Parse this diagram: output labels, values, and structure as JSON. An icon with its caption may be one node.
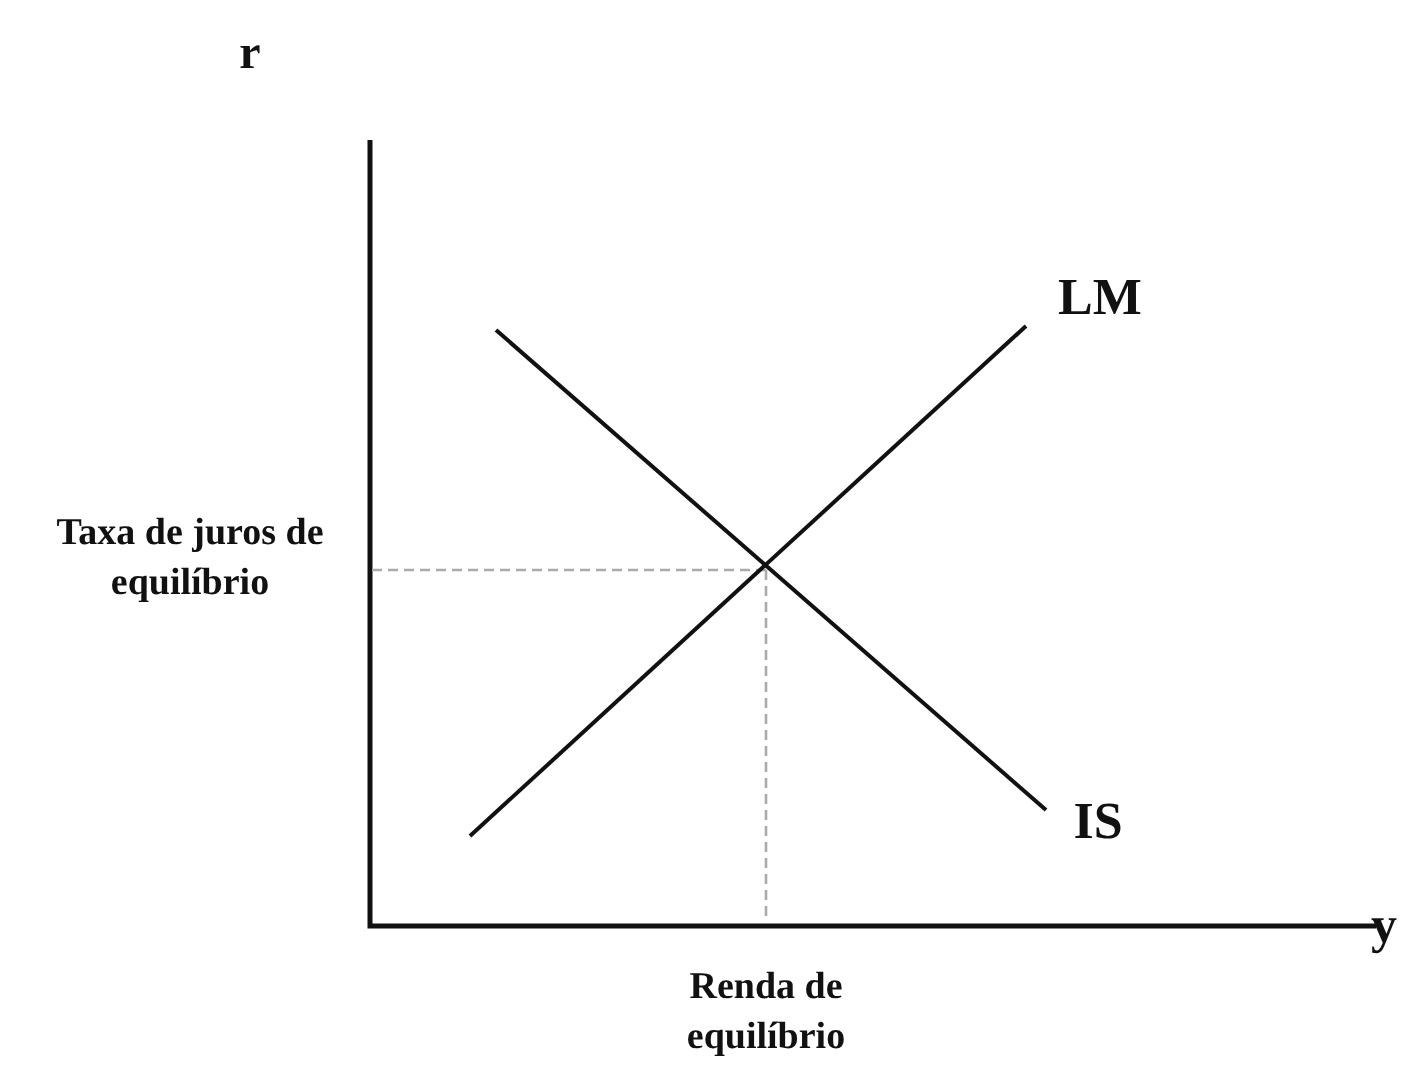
{
  "diagram": {
    "labels": [
      "r",
      "LM",
      "Taxa de juros de equilíbrio",
      "IS",
      "y",
      "Renda de equilíbrio"
    ]
  }
}
